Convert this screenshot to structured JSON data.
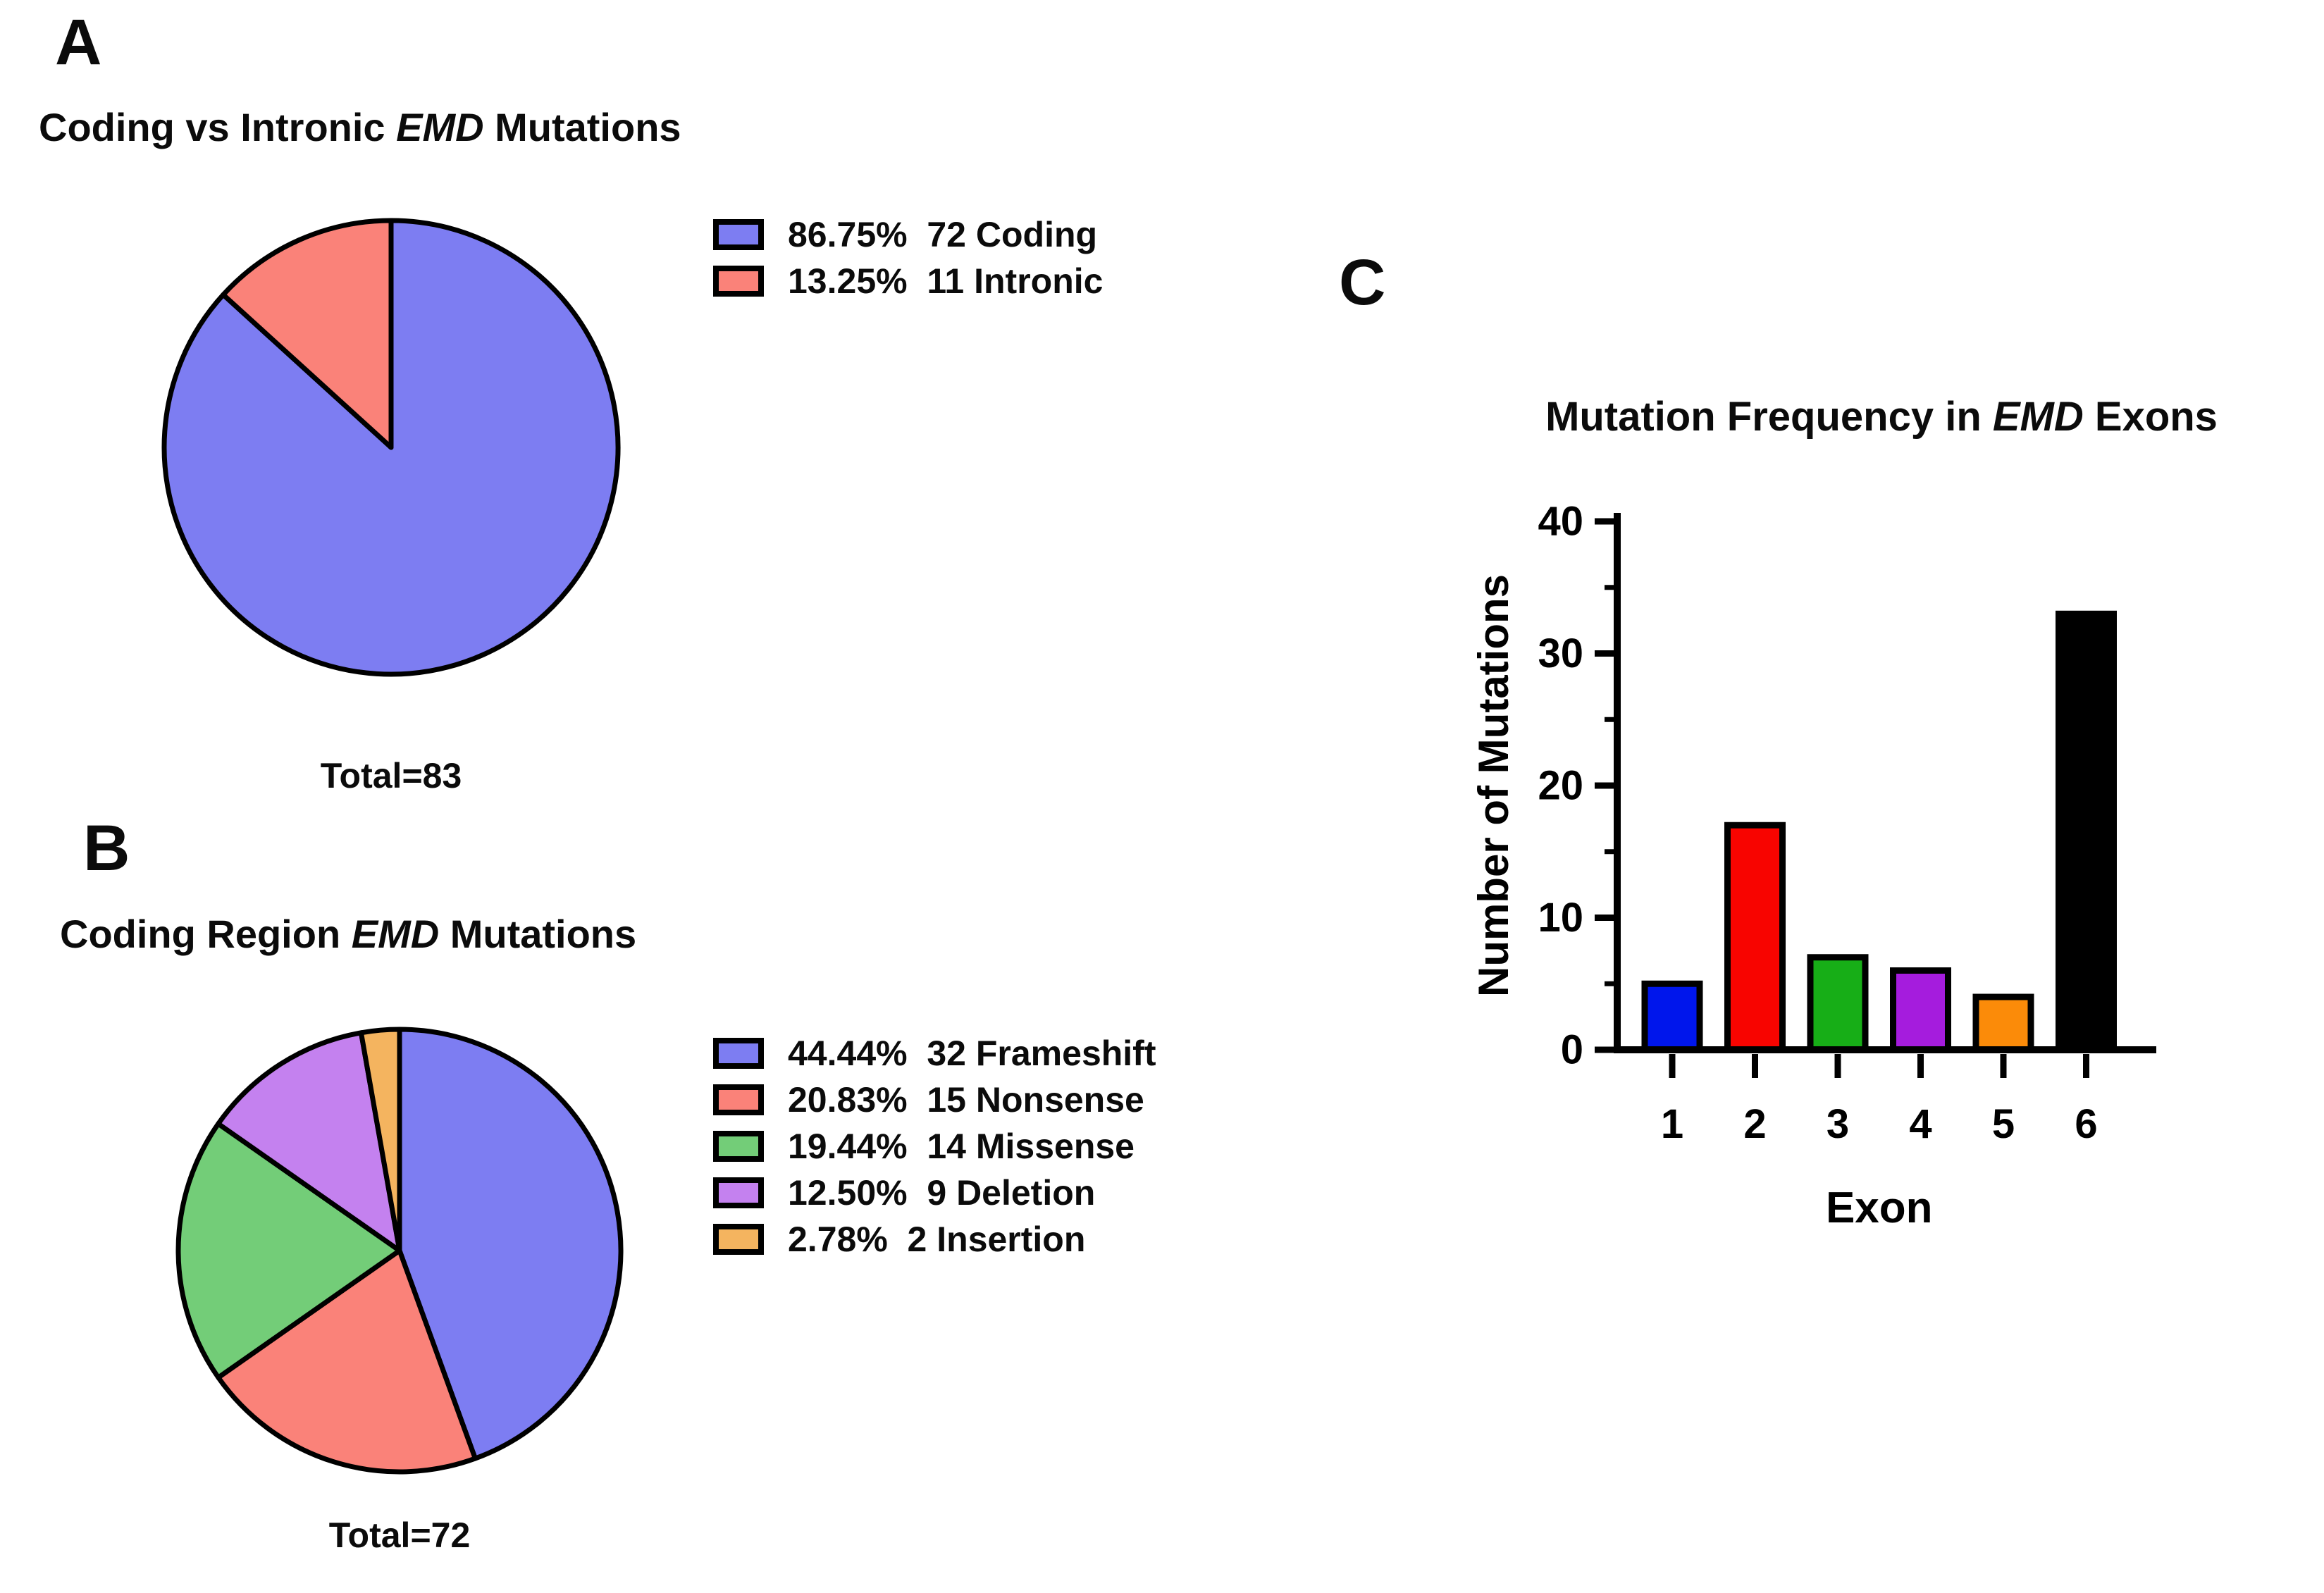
{
  "figure": {
    "background": "#FFFFFF"
  },
  "panels": {
    "a": {
      "label": "A",
      "title_prefix": "Coding vs Intronic ",
      "title_gene": "EMD",
      "title_suffix": " Mutations",
      "total_label": "Total=83"
    },
    "b": {
      "label": "B",
      "title_prefix": "Coding Region ",
      "title_gene": "EMD",
      "title_suffix": " Mutations",
      "total_label": "Total=72"
    },
    "c": {
      "label": "C",
      "title_prefix": "Mutation Frequency in ",
      "title_gene": "EMD",
      "title_suffix": " Exons"
    }
  },
  "chart_data": [
    {
      "id": "coding-vs-intronic-pie",
      "panel": "A",
      "type": "pie",
      "title": "Coding vs Intronic EMD Mutations",
      "total": 83,
      "total_label": "Total=83",
      "start_angle_deg": 0,
      "direction": "clockwise",
      "legend_position": "right",
      "outline_color": "#000000",
      "slices": [
        {
          "label": "Coding",
          "count": 72,
          "percent": 86.75,
          "color": "#7D7DF2",
          "legend": "86.75%  72 Coding"
        },
        {
          "label": "Intronic",
          "count": 11,
          "percent": 13.25,
          "color": "#FA8279",
          "legend": "13.25%  11 Intronic"
        }
      ]
    },
    {
      "id": "coding-region-mutations-pie",
      "panel": "B",
      "type": "pie",
      "title": "Coding Region EMD Mutations",
      "total": 72,
      "total_label": "Total=72",
      "start_angle_deg": 0,
      "direction": "clockwise",
      "legend_position": "right",
      "outline_color": "#000000",
      "slices": [
        {
          "label": "Frameshift",
          "count": 32,
          "percent": 44.44,
          "color": "#7D7DF2",
          "legend": "44.44%  32 Frameshift"
        },
        {
          "label": "Nonsense",
          "count": 15,
          "percent": 20.83,
          "color": "#FA8279",
          "legend": "20.83%  15 Nonsense"
        },
        {
          "label": "Missense",
          "count": 14,
          "percent": 19.44,
          "color": "#73CD78",
          "legend": "19.44%  14 Missense"
        },
        {
          "label": "Deletion",
          "count": 9,
          "percent": 12.5,
          "color": "#C481EF",
          "legend": "12.50%  9 Deletion"
        },
        {
          "label": "Insertion",
          "count": 2,
          "percent": 2.78,
          "color": "#F4B45F",
          "legend": "2.78%  2 Insertion"
        }
      ]
    },
    {
      "id": "exon-mutation-frequency-bar",
      "panel": "C",
      "type": "bar",
      "title": "Mutation Frequency in EMD Exons",
      "xlabel": "Exon",
      "ylabel": "Number of Mutations",
      "categories": [
        "1",
        "2",
        "3",
        "4",
        "5",
        "6"
      ],
      "values": [
        5,
        17,
        7,
        6,
        4,
        33
      ],
      "bar_colors": [
        "#0016EC",
        "#F80400",
        "#17AE17",
        "#A51CDD",
        "#FB8B09",
        "#000000"
      ],
      "bar_outline": "#000000",
      "ylim": [
        0,
        40
      ],
      "ytick_major": [
        0,
        10,
        20,
        30,
        40
      ],
      "ytick_minor": [
        5,
        15,
        25,
        35
      ],
      "grid": false,
      "legend": "none"
    }
  ]
}
